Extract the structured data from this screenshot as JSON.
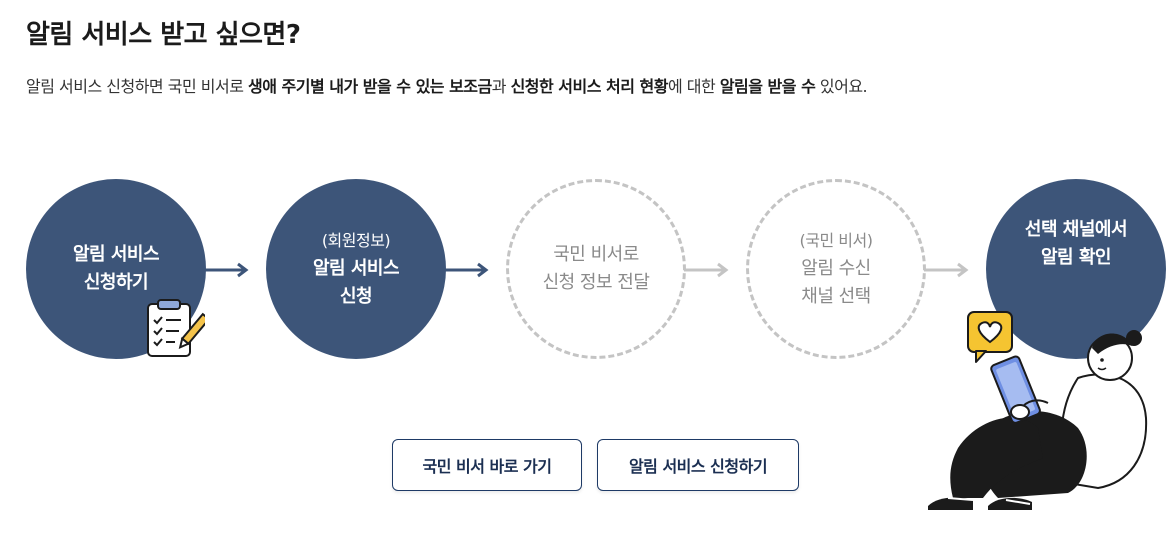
{
  "heading": "알림 서비스 받고 싶으면?",
  "description": {
    "p1": "알림 서비스 신청하면 국민 비서로 ",
    "b1": "생애 주기별 내가 받을 수 있는 보조금",
    "p2": "과 ",
    "b2": "신청한 서비스 처리 현황",
    "p3": "에 대한 ",
    "b3": "알림을 받을 수",
    "p4": " 있어요."
  },
  "steps": [
    {
      "line1": "알림 서비스",
      "line2": "신청하기"
    },
    {
      "note": "(회원정보)",
      "line1": "알림 서비스",
      "line2": "신청"
    },
    {
      "line1": "국민 비서로",
      "line2": "신청 정보 전달"
    },
    {
      "note": "(국민 비서)",
      "line1": "알림 수신",
      "line2": "채널 선택"
    },
    {
      "line1": "선택 채널에서",
      "line2": "알림 확인"
    }
  ],
  "buttons": {
    "secretary": "국민 비서 바로 가기",
    "apply": "알림 서비스 신청하기"
  },
  "icons": {
    "step1": "clipboard-pencil-icon",
    "step5": "person-reading-tablet-icon"
  },
  "colors": {
    "accent": "#3d5579",
    "inactive": "#c4c4c4",
    "button_border": "#1e3a66"
  }
}
